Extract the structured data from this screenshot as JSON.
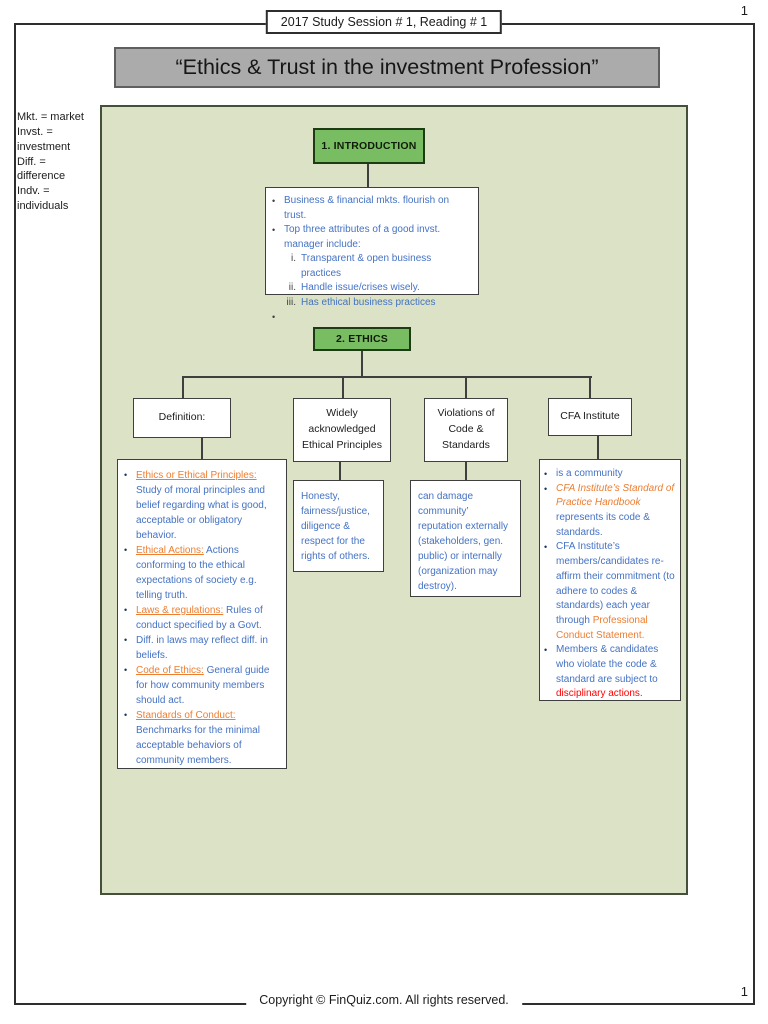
{
  "page": {
    "top_page_number": "1",
    "bottom_page_number": "1",
    "session_label": "2017 Study Session # 1, Reading # 1",
    "title": "“Ethics & Trust in the investment Profession”",
    "footer": "Copyright © FinQuiz.com. All rights reserved."
  },
  "legend": "Mkt. = market\nInvst. =\ninvestment\nDiff. =\ndifference\nIndv. =\nindividuals",
  "colors": {
    "node_green": "#79bd63",
    "panel_green": "#dbe2c6",
    "title_gray": "#ababab",
    "text_blue": "#4472c4",
    "text_orange": "#ed7d31",
    "text_red": "#ff0000"
  },
  "intro": {
    "title": "1. INTRODUCTION",
    "items": [
      {
        "marker": "•",
        "segments": [
          {
            "text": "Business & financial mkts. flourish on trust.",
            "style": "b"
          }
        ]
      },
      {
        "marker": "•",
        "segments": [
          {
            "text": "Top three attributes of a good invst.\nmanager include:",
            "style": "b"
          }
        ]
      },
      {
        "marker": "i.",
        "sub": true,
        "segments": [
          {
            "text": "Transparent & open business practices",
            "style": "b"
          }
        ]
      },
      {
        "marker": "ii.",
        "sub": true,
        "segments": [
          {
            "text": "Handle issue/crises wisely.",
            "style": "b"
          }
        ]
      },
      {
        "marker": "iii.",
        "sub": true,
        "segments": [
          {
            "text": "Has ethical business practices",
            "style": "b"
          }
        ]
      },
      {
        "marker": "•",
        "segments": []
      }
    ]
  },
  "ethics": {
    "title": "2. ETHICS"
  },
  "branches": {
    "definition": {
      "header": "Definition:",
      "items": [
        {
          "marker": "•",
          "segments": [
            {
              "text": "Ethics or Ethical Principles:",
              "style": "ou"
            },
            {
              "text": " Study of moral principles and belief regarding what is good, acceptable or obligatory behavior.",
              "style": "b"
            }
          ]
        },
        {
          "marker": "•",
          "segments": [
            {
              "text": "Ethical Actions:",
              "style": "ou"
            },
            {
              "text": " Actions conforming to the ethical expectations of society e.g. telling truth.",
              "style": "b"
            }
          ]
        },
        {
          "marker": "•",
          "segments": [
            {
              "text": "Laws & regulations:",
              "style": "ou"
            },
            {
              "text": " Rules of conduct specified by a Govt.",
              "style": "b"
            }
          ]
        },
        {
          "marker": "•",
          "segments": [
            {
              "text": "Diff. in laws may reflect diff. in beliefs.",
              "style": "b"
            }
          ]
        },
        {
          "marker": "•",
          "segments": [
            {
              "text": "Code of Ethics:",
              "style": "ou"
            },
            {
              "text": " General guide for how community members should act.",
              "style": "b"
            }
          ]
        },
        {
          "marker": "•",
          "segments": [
            {
              "text": "Standards of Conduct:",
              "style": "ou"
            },
            {
              "text": " Benchmarks for the minimal acceptable behaviors of community members.",
              "style": "b"
            }
          ]
        }
      ]
    },
    "principles": {
      "header": "Widely\nacknowledged\nEthical Principles",
      "body": "Honesty,\nfairness/justice,\ndiligence &\nrespect for the\nrights of others."
    },
    "violations": {
      "header": "Violations of\nCode &\nStandards",
      "body": "can damage\ncommunity’\nreputation externally\n(stakeholders, gen.\npublic) or internally\n(organization may\ndestroy)."
    },
    "cfa": {
      "header": "CFA Institute",
      "items": [
        {
          "marker": "•",
          "segments": [
            {
              "text": "is a community",
              "style": "b"
            }
          ]
        },
        {
          "marker": "•",
          "segments": [
            {
              "text": "CFA Institute’s Standard of Practice Handbook",
              "style": "oi"
            },
            {
              "text": " represents its code & standards.",
              "style": "b"
            }
          ]
        },
        {
          "marker": "•",
          "segments": [
            {
              "text": "CFA Institute’s members/candidates re-affirm their commitment (to adhere to codes & standards) each year through ",
              "style": "b"
            },
            {
              "text": "Professional Conduct Statement.",
              "style": "o"
            }
          ]
        },
        {
          "marker": "•",
          "segments": [
            {
              "text": "Members & candidates who violate the code & standard are subject to ",
              "style": "b"
            },
            {
              "text": "disciplinary actions.",
              "style": "r"
            }
          ]
        }
      ]
    }
  }
}
